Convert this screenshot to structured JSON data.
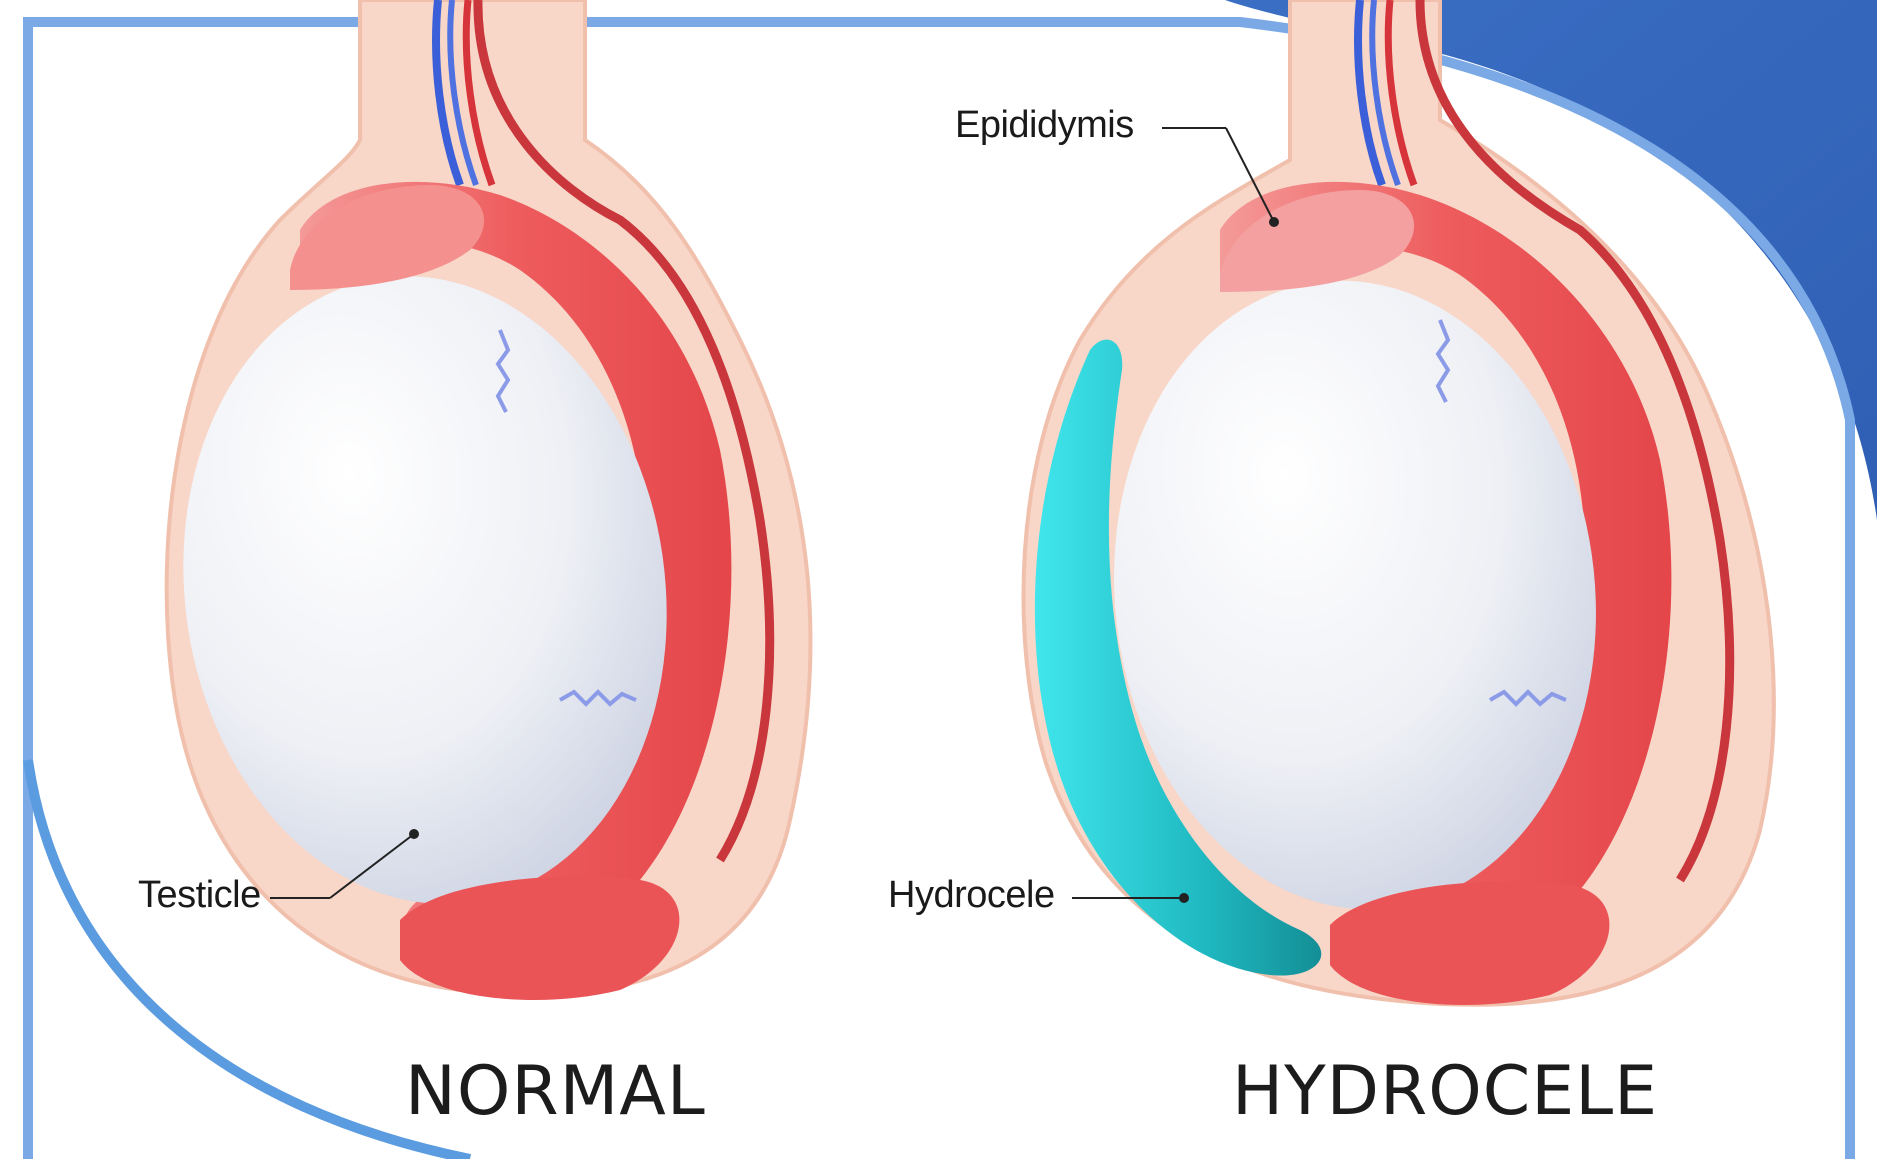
{
  "labels": {
    "epididymis": "Epididymis",
    "testicle": "Testicle",
    "hydrocele": "Hydrocele"
  },
  "titles": {
    "left": "NORMAL",
    "right": "HYDROCELE"
  },
  "colors": {
    "frame_blue": "#5b9be0",
    "corner_blue": "#3a6fc4",
    "skin": "#f7d2c4",
    "skin_edge": "#efb9a6",
    "epididymis": "#ee5b5b",
    "epididymis_light": "#f7a0a0",
    "testicle": "#eef0f6",
    "fluid": "#22c3c9",
    "vein": "#3a5fd8",
    "artery": "#d6333a"
  }
}
